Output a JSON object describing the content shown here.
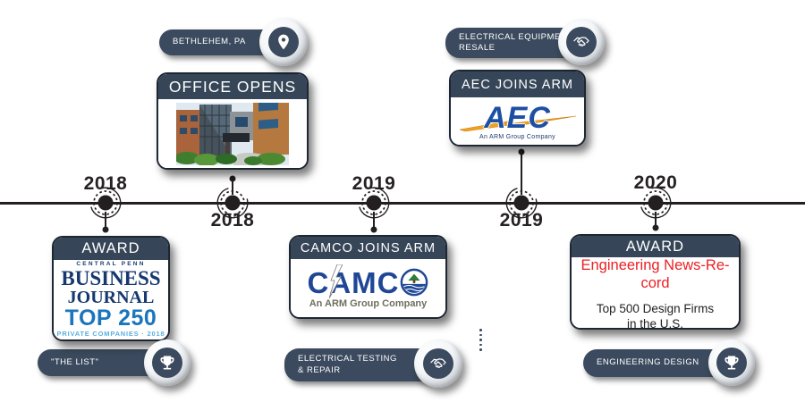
{
  "colors": {
    "navy_pill": "#3b4a5e",
    "navy_header": "#364658",
    "timeline_line": "#231f20",
    "enr_red": "#ed2024",
    "bj_navy": "#15386e",
    "bj_blue": "#1b75bc",
    "bj_lightblue": "#5ab0e2",
    "aec_blue": "#1d4fa3",
    "camco_blue": "#1f4796",
    "bolt_orange": "#f0a11e"
  },
  "timeline": {
    "years": [
      {
        "label": "2018",
        "position": "above"
      },
      {
        "label": "2018",
        "position": "below"
      },
      {
        "label": "2019",
        "position": "above"
      },
      {
        "label": "2019",
        "position": "below"
      },
      {
        "label": "2020",
        "position": "above"
      }
    ]
  },
  "tags": {
    "bethlehem": {
      "lines": [
        "BETHLEHEM, PA"
      ],
      "icon": "location-pin-icon"
    },
    "electrical_equipment": {
      "lines": [
        "ELECTRICAL EQUIPMENT",
        "RESALE"
      ],
      "icon": "handshake-icon"
    },
    "the_list": {
      "lines": [
        "\"THE LIST\""
      ],
      "icon": "trophy-icon"
    },
    "electrical_testing": {
      "lines": [
        "ELECTRICAL TESTING",
        "& REPAIR"
      ],
      "icon": "handshake-icon"
    },
    "engineering_design": {
      "lines": [
        "ENGINEERING DESIGN"
      ],
      "icon": "trophy-icon"
    }
  },
  "cards": {
    "office": {
      "title": "OFFICE OPENS"
    },
    "aec": {
      "title": "AEC JOINS ARM",
      "logo_text": "AEC",
      "logo_subtitle": "An ARM Group Company"
    },
    "award_top250": {
      "title": "AWARD",
      "logo_kicker": "CENTRAL PENN",
      "logo_line1": "BUSINESS",
      "logo_line2": "JOURNAL",
      "logo_line3": "TOP 250",
      "logo_line4": "PRIVATE COMPANIES · 2018"
    },
    "camco": {
      "title": "CAMCO JOINS ARM",
      "logo_text": "CAMC",
      "logo_subtitle": "An ARM Group Company"
    },
    "award_enr": {
      "title": "AWARD",
      "headline_line1": "Engineering News-Re-",
      "headline_line2": "cord",
      "body_line1": "Top 500 Design Firms",
      "body_line2": "in the U.S."
    }
  }
}
